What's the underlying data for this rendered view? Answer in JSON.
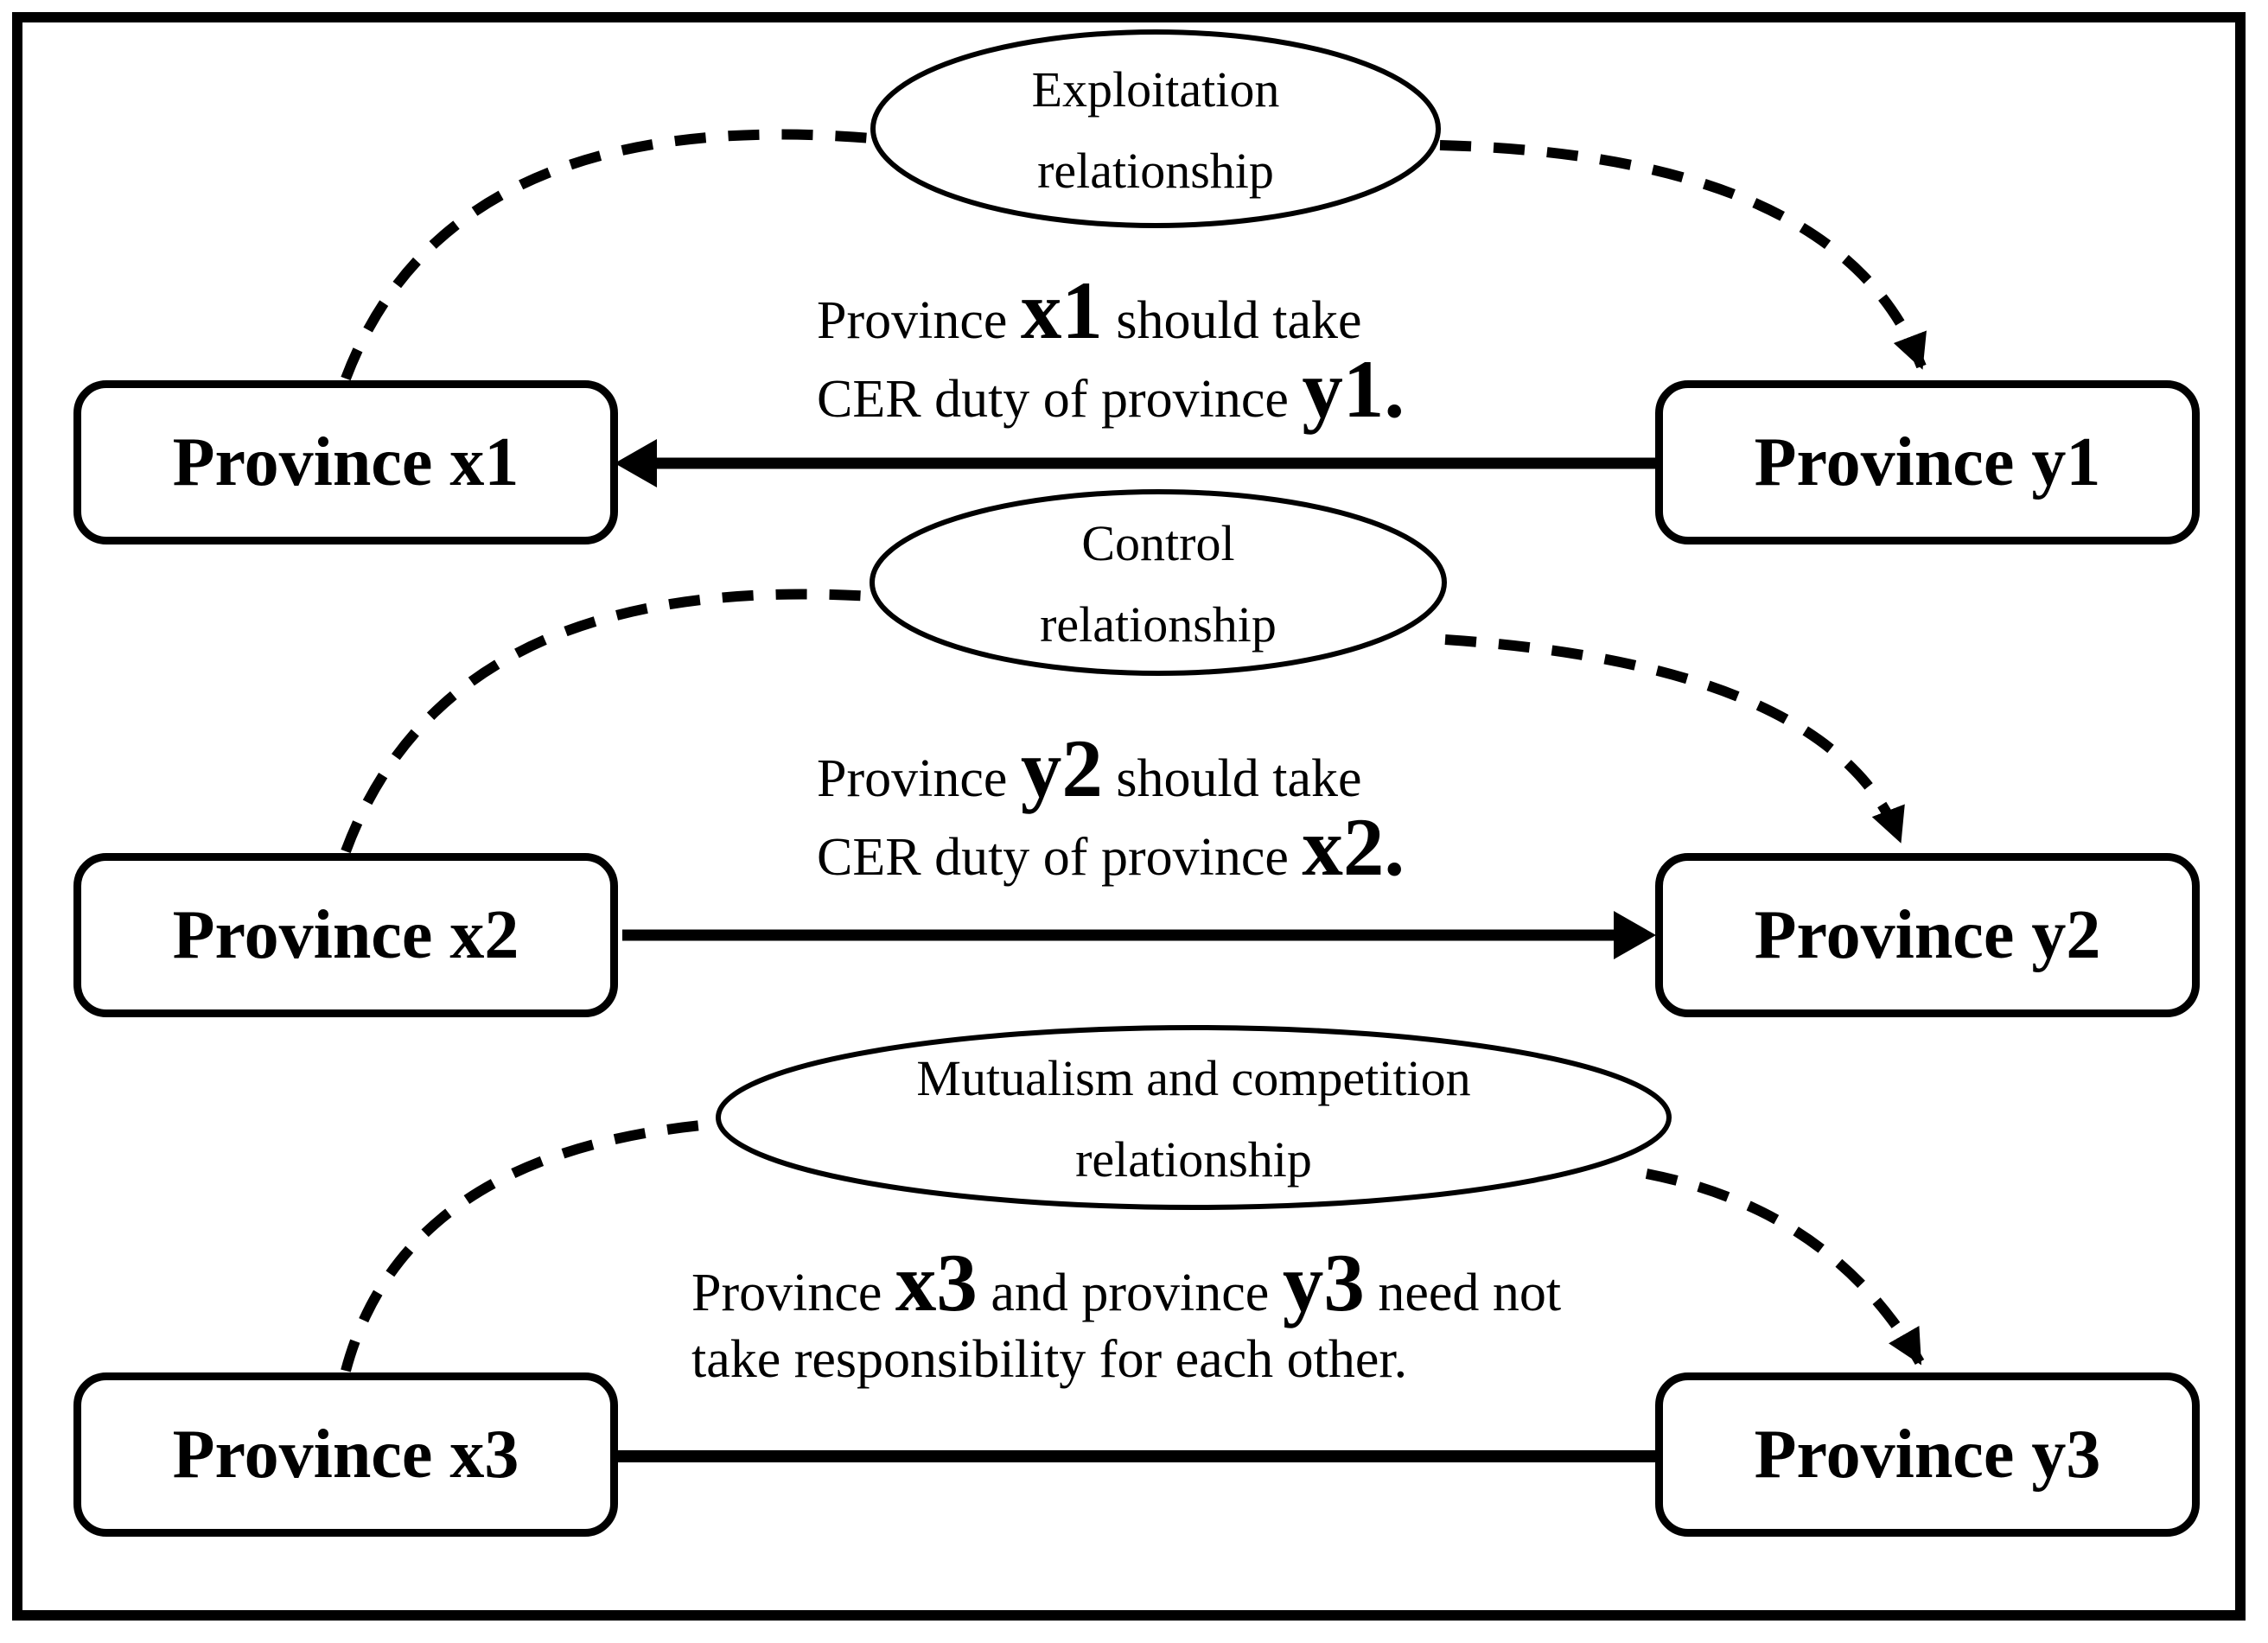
{
  "diagram": {
    "colors": {
      "ink": "#000000",
      "background": "#ffffff"
    },
    "rows": [
      {
        "relationship": {
          "line1": "Exploitation",
          "line2": "relationship"
        },
        "left_box_label": "Province x1",
        "right_box_label": "Province y1",
        "caption": {
          "line1_pre": "Province ",
          "line1_big": "x1",
          "line1_post": " should take",
          "line2_pre": "CER duty of province ",
          "line2_big": "y1."
        }
      },
      {
        "relationship": {
          "line1": "Control",
          "line2": "relationship"
        },
        "left_box_label": "Province x2",
        "right_box_label": "Province y2",
        "caption": {
          "line1_pre": "Province ",
          "line1_big": "y2",
          "line1_post": " should take",
          "line2_pre": "CER duty of province ",
          "line2_big": "x2."
        }
      },
      {
        "relationship": {
          "line1": "Mutualism and competition",
          "line2": "relationship"
        },
        "left_box_label": "Province x3",
        "right_box_label": "Province y3",
        "caption": {
          "line1_pre": "Province ",
          "line1_big": "x3",
          "line1_mid": " and province ",
          "line1_big2": "y3",
          "line1_post": " need not",
          "line2": "take responsibility for each other."
        }
      }
    ]
  }
}
